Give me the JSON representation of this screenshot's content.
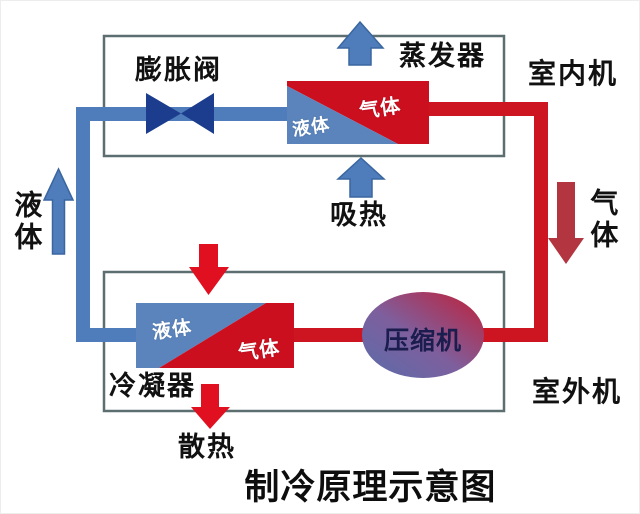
{
  "title": "制冷原理示意图",
  "boxes": {
    "indoor_label": "室内机",
    "outdoor_label": "室外机"
  },
  "components": {
    "expansion_valve_label": "膨胀阀",
    "evaporator_label": "蒸发器",
    "condenser_label": "冷凝器",
    "compressor_label": "压缩机"
  },
  "states": {
    "evaporator_liquid": "液体",
    "evaporator_gas": "气体",
    "condenser_liquid": "液体",
    "condenser_gas": "气体",
    "left_pipe_liquid": "液体",
    "right_pipe_gas": "气体"
  },
  "heat_flows": {
    "absorb": "吸热",
    "release": "散热"
  },
  "colors": {
    "pipe_liquid_blue": "#4f7cba",
    "pipe_gas_red": "#cc1520",
    "valve_navy": "#1c3d8e",
    "heat_arrow_red": "#e01020",
    "direction_arrow_red": "#b23540",
    "box_border": "#5c6e70",
    "compressor_gradient_blue": "#5a6cab",
    "compressor_gradient_red": "#c21f38",
    "compressor_text_navy": "#1a1d4d",
    "exchanger_liquid_blue": "#5b84bd",
    "exchanger_gas_red": "#cb0f1f"
  }
}
